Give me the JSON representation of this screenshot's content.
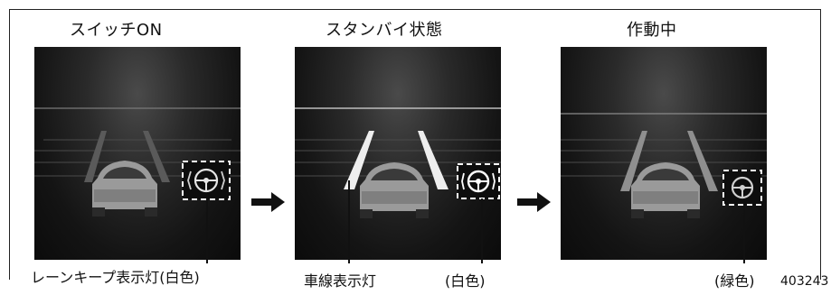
{
  "panels": [
    {
      "title": "スイッチON",
      "labels": [
        "レーンキープ表示灯(白色)"
      ]
    },
    {
      "title": "スタンバイ状態",
      "labels": [
        "車線表示灯",
        "(白色)"
      ]
    },
    {
      "title": "作動中",
      "labels": [
        "(緑色)"
      ]
    }
  ],
  "figure_id": "403243",
  "icons": [
    "lane-keep-steering-wheel-icon"
  ],
  "colors": {
    "panel_bg": "#141414",
    "indicator_white": "#ffffff",
    "lane_line": "#e8e8e8"
  }
}
